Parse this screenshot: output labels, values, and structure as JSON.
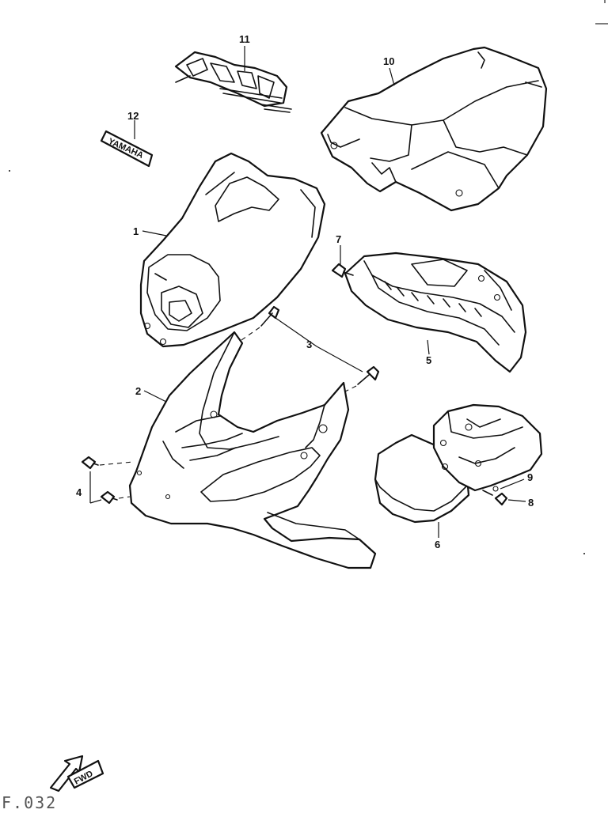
{
  "callouts": {
    "p1": "1",
    "p2": "2",
    "p3": "3",
    "p4": "4",
    "p5": "5",
    "p6": "6",
    "p7": "7",
    "p8": "8",
    "p9": "9",
    "p10": "10",
    "p11": "11",
    "p12": "12"
  },
  "fwd_label": "FWD",
  "decal_12_text": "YAMAHA",
  "figure_code": "F.032",
  "icons": {
    "forward": "fwd-arrow-icon"
  }
}
